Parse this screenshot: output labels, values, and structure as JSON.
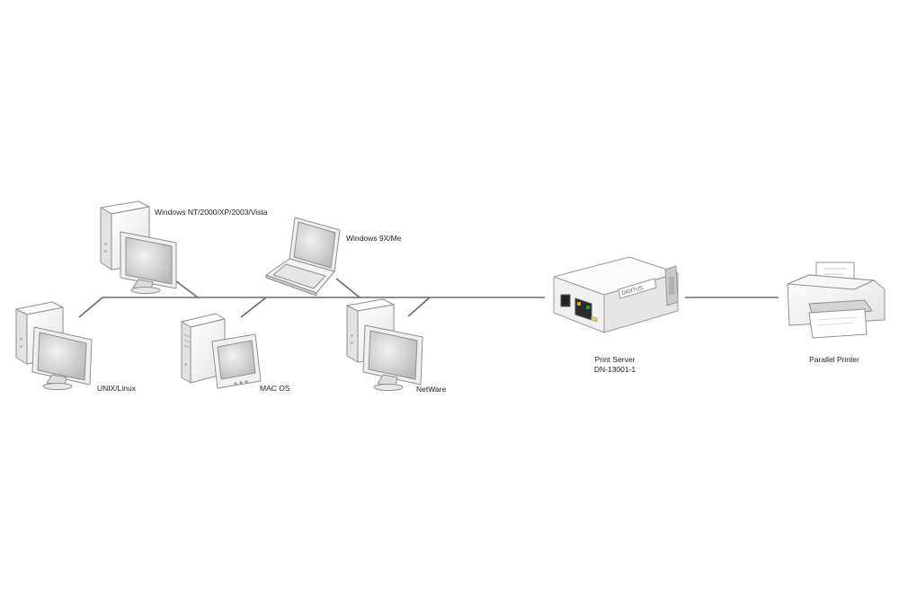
{
  "nodes": {
    "win_nt": {
      "label": "Windows NT/2000/XP/2003/Vista",
      "icon": "desktop-tower-monitor-icon"
    },
    "win_9x": {
      "label": "Windows 9X/Me",
      "icon": "laptop-icon"
    },
    "unix": {
      "label": "UNIX/Linux",
      "icon": "desktop-tower-monitor-icon"
    },
    "mac": {
      "label": "MAC OS",
      "icon": "desktop-crt-monitor-icon"
    },
    "netware": {
      "label": "NetWare",
      "icon": "desktop-tower-monitor-icon"
    },
    "print_server": {
      "label_line1": "Print Server",
      "label_line2": "DN-13001-1",
      "icon": "print-server-icon",
      "brand": "DIGITUS"
    },
    "printer": {
      "label": "Parallel Printer",
      "icon": "printer-icon"
    }
  },
  "colors": {
    "line": "#666666",
    "device": "#f4f4f4",
    "device_edge": "#9a9a9a",
    "screen": "#d8d8d8"
  }
}
